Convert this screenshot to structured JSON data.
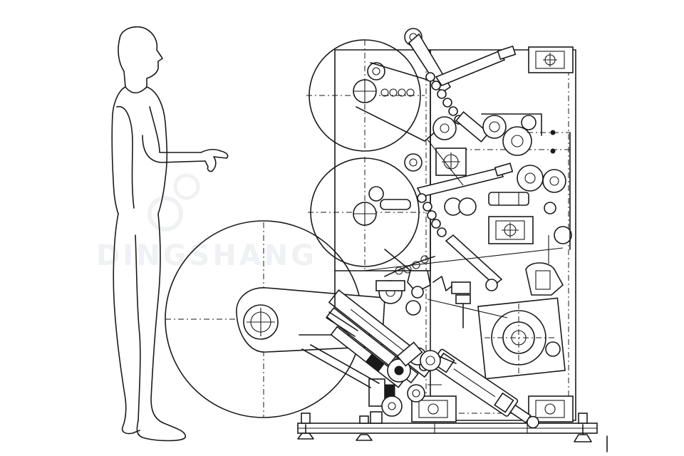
{
  "watermark": {
    "text": "DINGSHANG"
  },
  "figure": {
    "human_scale": "standing-person",
    "machine": "label-die-cutting-machine",
    "unwind_rolls": 3,
    "line_color": "#1a1a1a",
    "background_color": "#ffffff"
  }
}
